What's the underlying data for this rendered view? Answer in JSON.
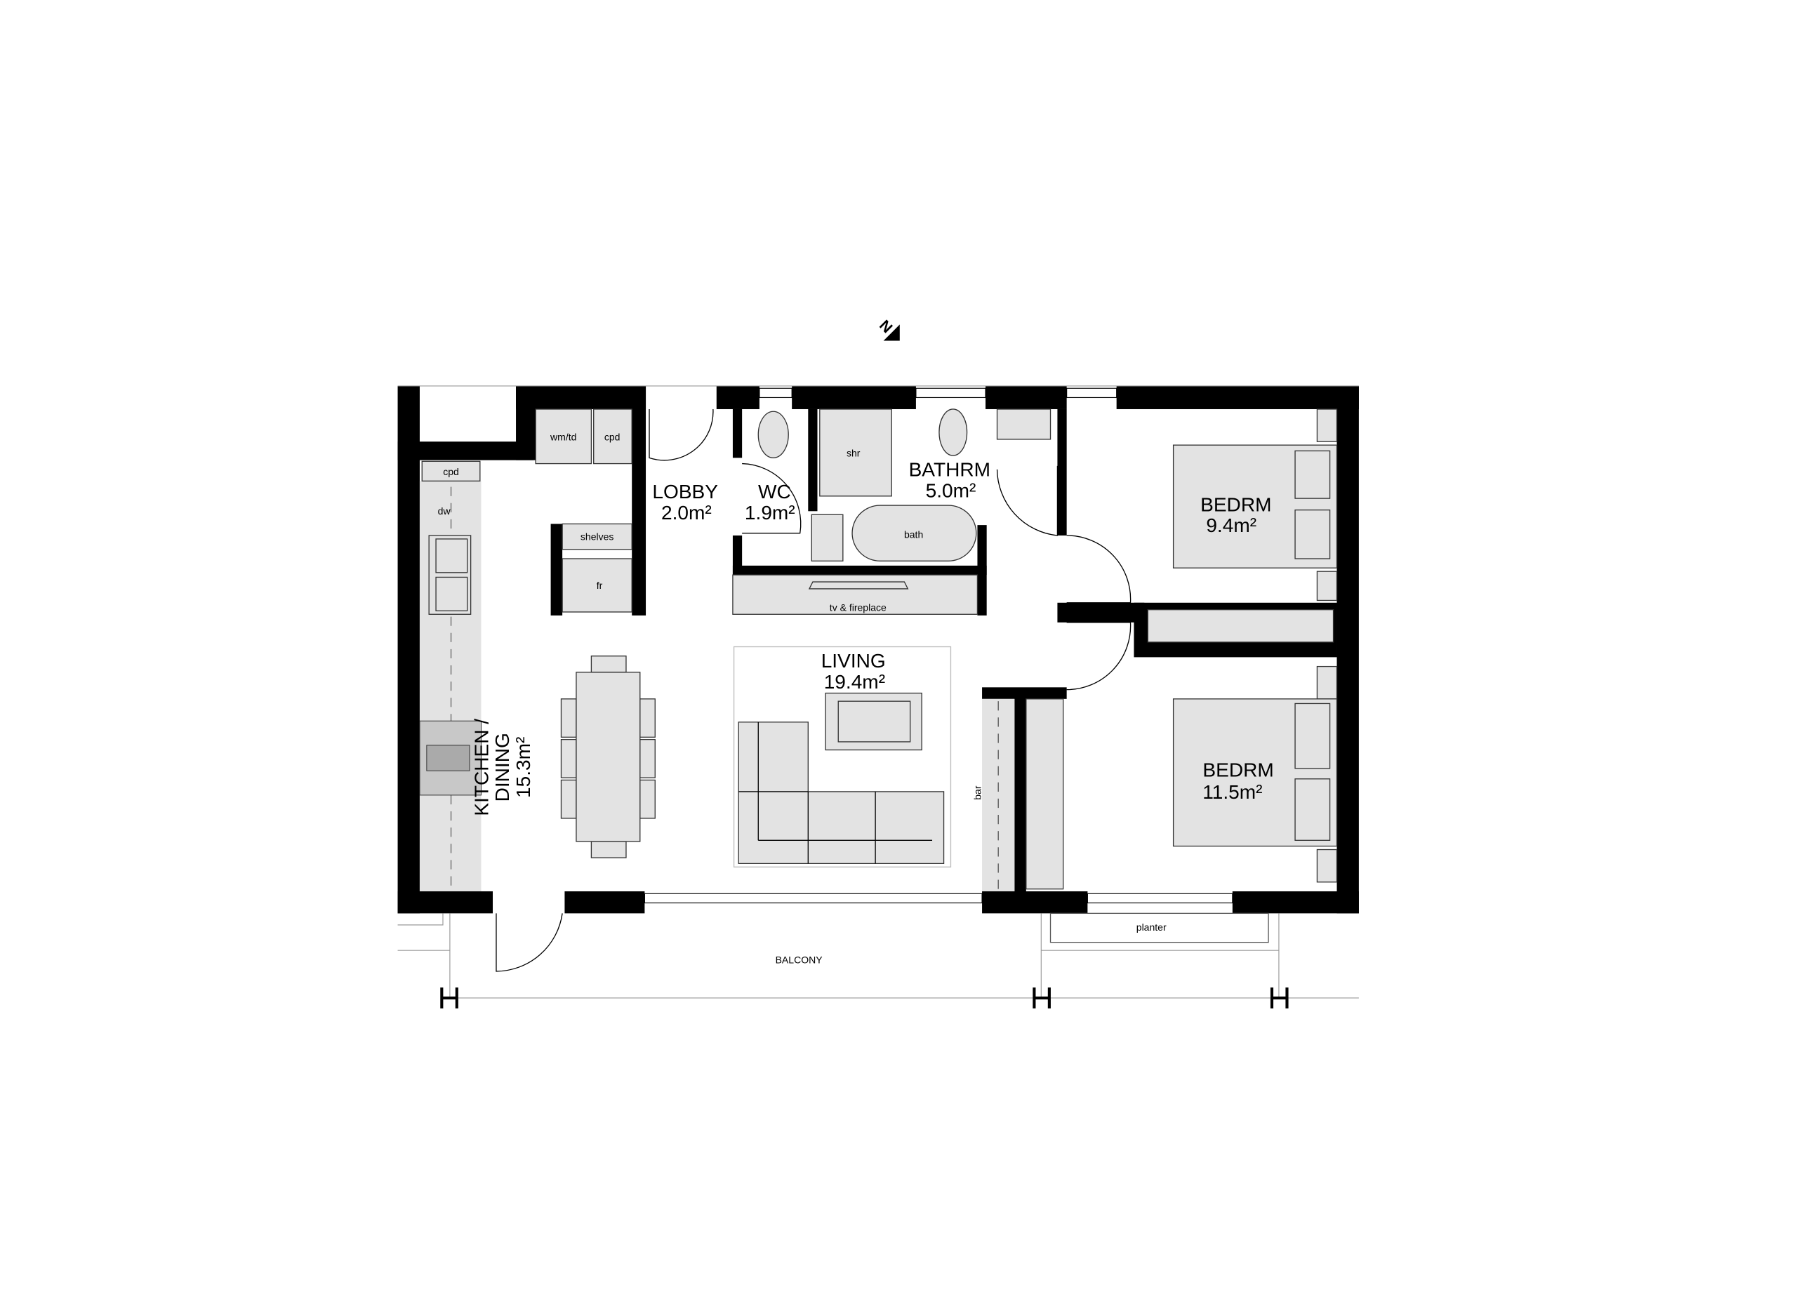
{
  "plan": {
    "north_label": "N",
    "rooms": {
      "lobby": {
        "name": "LOBBY",
        "area": "2.0m²"
      },
      "wc": {
        "name": "WC",
        "area": "1.9m²"
      },
      "bathroom": {
        "name": "BATHRM",
        "area": "5.0m²"
      },
      "bedroom1": {
        "name": "BEDRM",
        "area": "9.4m²"
      },
      "bedroom2": {
        "name": "BEDRM",
        "area": "11.5m²"
      },
      "living": {
        "name": "LIVING",
        "area": "19.4m²"
      },
      "kitchen": {
        "name_line1": "KITCHEN /",
        "name_line2": "DINING",
        "area": "15.3m²"
      },
      "balcony": {
        "name": "BALCONY"
      }
    },
    "fixtures": {
      "wm_td": "wm/td",
      "cpd1": "cpd",
      "cpd2": "cpd",
      "dw": "dw",
      "shelves": "shelves",
      "fridge": "fr",
      "shower": "shr",
      "bath": "bath",
      "tv": "tv & fireplace",
      "bar": "bar",
      "planter": "planter"
    },
    "colors": {
      "wall": "#000000",
      "furniture": "#e3e3e3"
    }
  }
}
